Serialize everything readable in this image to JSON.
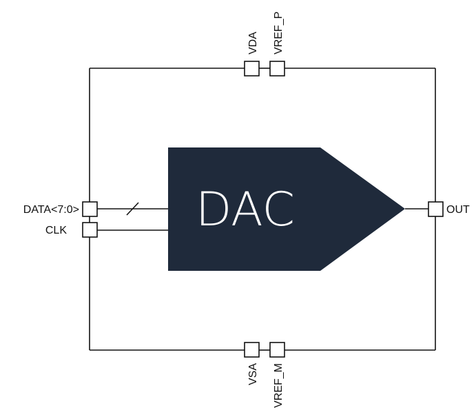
{
  "block": {
    "label": "DAC",
    "fill_color": "#1f2a3b"
  },
  "pins": {
    "top": [
      "VDA",
      "VREF_P"
    ],
    "bottom": [
      "VSA",
      "VREF_M"
    ],
    "left": [
      "DATA<7:0>",
      "CLK"
    ],
    "right": [
      "OUT"
    ]
  },
  "colors": {
    "line": "#111111",
    "background": "#ffffff"
  }
}
